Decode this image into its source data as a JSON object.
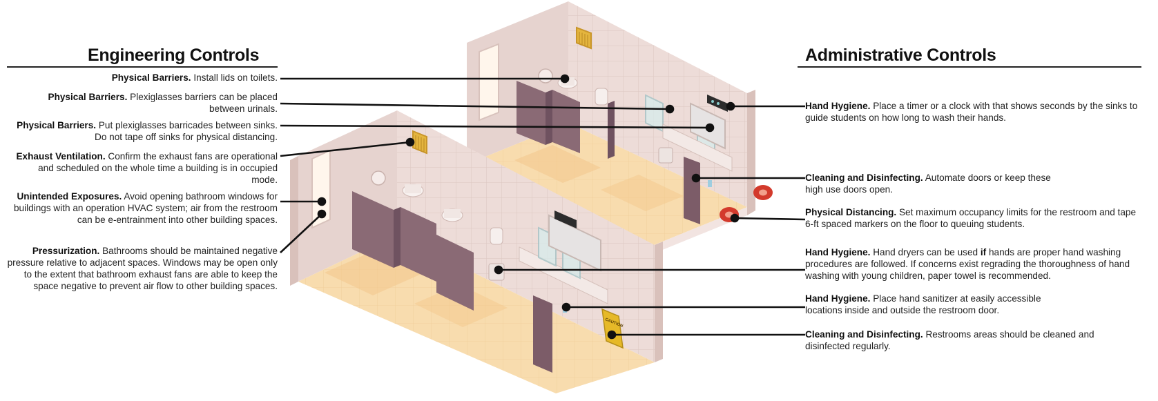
{
  "engineering_heading": "Engineering Controls",
  "administrative_heading": "Administrative Controls",
  "engineering": [
    {
      "bold": "Physical Barriers.",
      "text": " Install lids on toilets."
    },
    {
      "bold": "Physical Barriers.",
      "text": " Plexiglasses barriers can be placed between urinals."
    },
    {
      "bold": "Physical Barriers.",
      "text": " Put plexiglasses barricades between sinks. Do not tape off sinks for physical distancing."
    },
    {
      "bold": "Exhaust Ventilation.",
      "text": "  Confirm the exhaust fans are operational and scheduled on the whole time a building is in occupied mode."
    },
    {
      "bold": "Unintended Exposures.",
      "text": " Avoid opening bathroom windows for buildings with an operation HVAC system; air from the restroom can be e-entrainment into other building spaces."
    },
    {
      "bold": "Pressurization.",
      "text": " Bathrooms should be maintained negative pressure relative to adjacent spaces. Windows may be open only to the extent that bathroom exhaust fans are able to keep the space negative to prevent air flow to other building spaces."
    }
  ],
  "administrative": [
    {
      "bold": "Hand Hygiene.",
      "text": " Place a timer or a clock with that shows seconds by the sinks to guide students on how long to wash their hands."
    },
    {
      "bold": "Cleaning and Disinfecting.",
      "text": " Automate doors or keep these high use doors open."
    },
    {
      "bold": "Physical Distancing.",
      "text": " Set maximum occupancy limits for the restroom and tape 6-ft spaced markers on the floor to queuing students."
    },
    {
      "bold": "Hand Hygiene.",
      "text": " Hand dryers can be used ",
      "bold2": "if",
      "text2": " hands are proper hand washing procedures are followed. If concerns exist regrading the thoroughness of hand washing with young children, paper towel is recommended."
    },
    {
      "bold": "Hand Hygiene.",
      "text": " Place hand sanitizer at easily accessible locations inside and outside the restroom door."
    },
    {
      "bold": "Cleaning and Disinfecting.",
      "text": " Restrooms areas should be cleaned and disinfected regularly."
    }
  ],
  "sign_text": "CAUTION",
  "colors": {
    "floor": "#f8dcae",
    "wall": "#ecdcd8",
    "tile": "#e2cdc8",
    "partition": "#866672",
    "door": "#7c5c68",
    "accent": "#e2b43a",
    "marker": "#d33a2c",
    "line": "#111111"
  }
}
